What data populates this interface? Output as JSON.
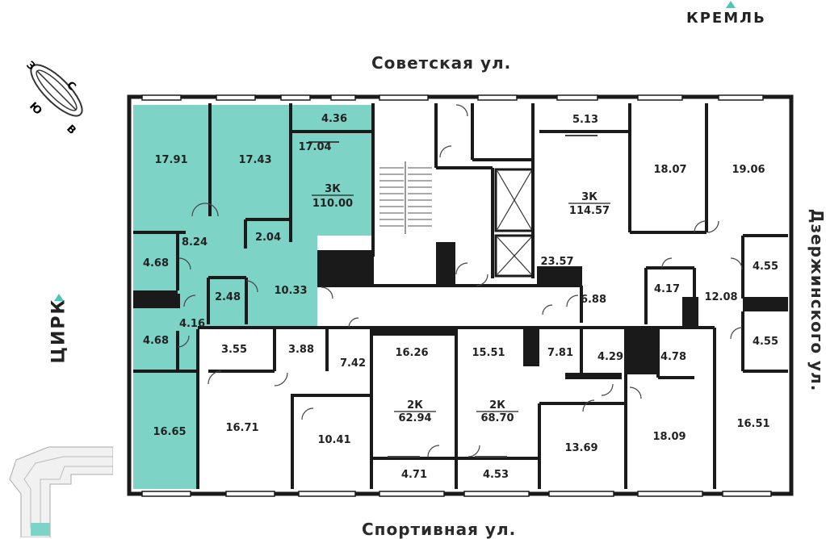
{
  "streets": {
    "top": "Советская ул.",
    "bottom": "Спортивная ул.",
    "right": "Дзержинского ул.",
    "left": "ЦИРК"
  },
  "landmarks": {
    "kremlin": "КРЕМЛЬ"
  },
  "compass": [
    "З",
    "С",
    "В",
    "Ю"
  ],
  "colors": {
    "highlight": "#7dd3c6",
    "accent": "#4cc6b6",
    "wall": "#1a1a1a"
  },
  "apartments": {
    "selected": {
      "type": "3К",
      "total": "110.00"
    },
    "right": {
      "type": "3К",
      "total": "114.57"
    },
    "mid_left": {
      "type": "2К",
      "total": "62.94"
    },
    "mid_right": {
      "type": "2К",
      "total": "68.70"
    }
  },
  "rooms": {
    "r17_91": "17.91",
    "r17_43": "17.43",
    "r4_36": "4.36",
    "r17_04": "17.04",
    "r8_24": "8.24",
    "r2_04": "2.04",
    "r4_68a": "4.68",
    "r2_48": "2.48",
    "r10_33": "10.33",
    "r4_16": "4.16",
    "r4_68b": "4.68",
    "r16_65": "16.65",
    "r3_55": "3.55",
    "r3_88": "3.88",
    "r7_42": "7.42",
    "r16_71": "16.71",
    "r10_41": "10.41",
    "r16_26": "16.26",
    "r4_71": "4.71",
    "r15_51": "15.51",
    "r4_53": "4.53",
    "r7_81": "7.81",
    "r4_29": "4.29",
    "r4_78": "4.78",
    "r13_69": "13.69",
    "r18_09": "18.09",
    "r16_51": "16.51",
    "r5_13": "5.13",
    "r18_07": "18.07",
    "r19_06": "19.06",
    "r23_57": "23.57",
    "r4_55a": "4.55",
    "r4_17": "4.17",
    "r12_08": "12.08",
    "r6_88": "6.88",
    "r4_55b": "4.55"
  }
}
